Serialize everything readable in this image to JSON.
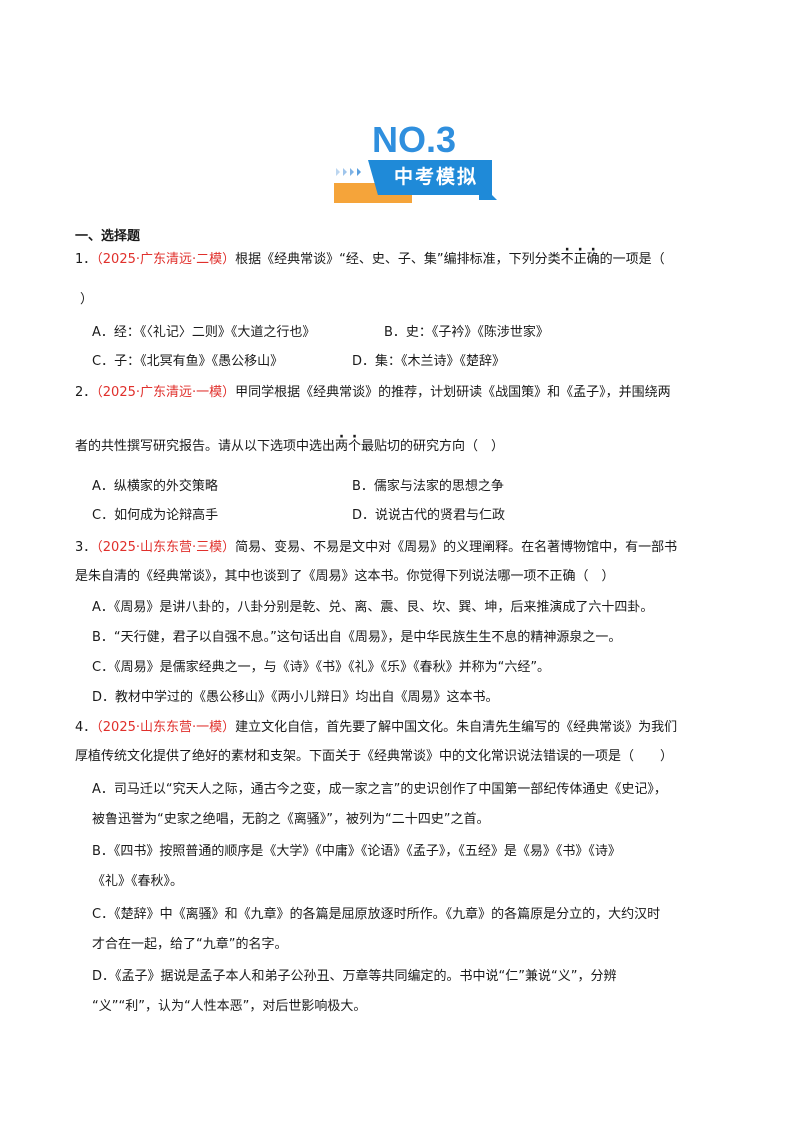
{
  "banner": {
    "number": "NO.3",
    "label": "中考模拟"
  },
  "section_title": "一、选择题",
  "q1": {
    "num": "1．",
    "source": "（2025·广东清远·二模）",
    "text_a": "根据《经典常谈》“经、史、子、集”编排标准，下列分类",
    "emph": [
      "不",
      "正",
      "确"
    ],
    "text_b": "的一项是（",
    "text_c": "）",
    "options": [
      "A．经：《〈礼记〉二则》《大道之行也》",
      "B．史：《子衿》《陈涉世家》",
      "C．子：《北冥有鱼》《愚公移山》",
      "D．集：《木兰诗》《楚辞》"
    ]
  },
  "q2": {
    "num": "2．",
    "source": "（2025·广东清远·一模）",
    "text_a": "甲同学根据《经典常谈》的推荐，计划研读《战国策》和《孟子》，并围绕两",
    "text_b1": "者的共性撰写研究报告。请从以下选项中选出",
    "emph": [
      "两",
      "个"
    ],
    "text_b2": "最贴切的研究方向（　）",
    "options": [
      "A．纵横家的外交策略",
      "B．儒家与法家的思想之争",
      "C．如何成为论辩高手",
      "D．说说古代的贤君与仁政"
    ]
  },
  "q3": {
    "num": "3．",
    "source": "（2025·山东东营·三模）",
    "text_a": "简易、变易、不易是文中对《周易》的义理阐释。在名著博物馆中，有一部书",
    "text_b": "是朱自清的《经典常谈》，其中也谈到了《周易》这本书。你觉得下列说法哪一项不正确（　）",
    "options": [
      "A．《周易》是讲八卦的，八卦分别是乾、兑、离、震、艮、坎、巽、坤，后来推演成了六十四卦。",
      "B．“天行健，君子以自强不息。”这句话出自《周易》，是中华民族生生不息的精神源泉之一。",
      "C．《周易》是儒家经典之一，与《诗》《书》《礼》《乐》《春秋》并称为“六经”。",
      "D．教材中学过的《愚公移山》《两小儿辩日》均出自《周易》这本书。"
    ]
  },
  "q4": {
    "num": "4．",
    "source": "（2025·山东东营·一模）",
    "text_a": "建立文化自信，首先要了解中国文化。朱自清先生编写的《经典常谈》为我们",
    "text_b": "厚植传统文化提供了绝好的素材和支架。下面关于《经典常谈》中的文化常识说法错误的一项是（　　）",
    "options": [
      "A．司马迁以“究天人之际，通古今之变，成一家之言”的史识创作了中国第一部纪传体通史《史记》，",
      "被鲁迅誉为“史家之绝唱，无韵之《离骚》”，被列为“二十四史”之首。",
      "B．《四书》按照普通的顺序是《大学》《中庸》《论语》《孟子》，《五经》是《易》《书》《诗》",
      "《礼》《春秋》。",
      "C．《楚辞》中《离骚》和《九章》的各篇是屈原放逐时所作。《九章》的各篇原是分立的，大约汉时",
      "才合在一起，给了“九章”的名字。",
      "D．《孟子》据说是孟子本人和弟子公孙丑、万章等共同编定的。书中说“仁”兼说“义”，分辨",
      "“义”“利”，认为“人性本恶”，对后世影响极大。"
    ]
  }
}
